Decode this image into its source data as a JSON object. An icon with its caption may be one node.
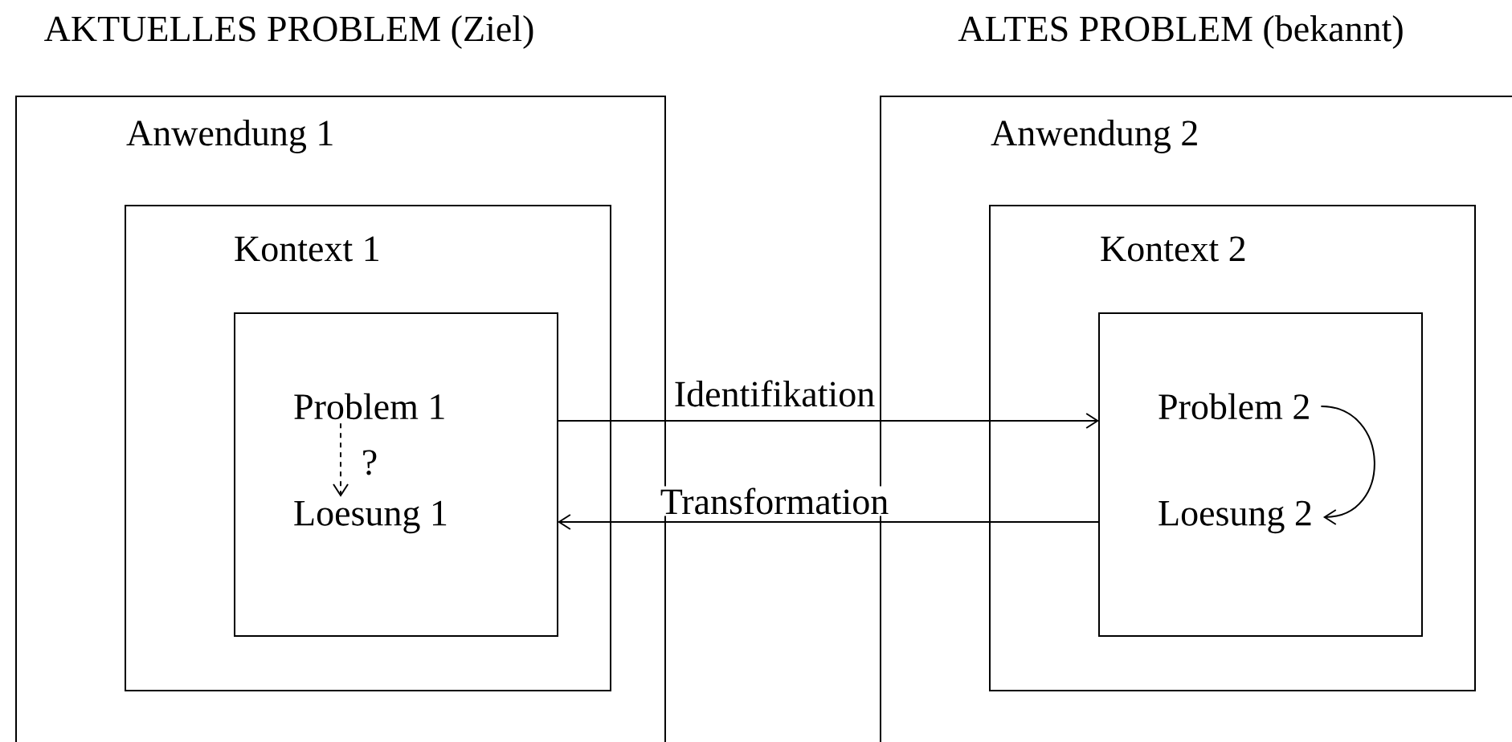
{
  "diagram": {
    "nodes": [
      {
        "text": [
          "Anwendung 1"
        ]
      },
      {
        "text": [
          "Kontext 1"
        ],
        "in": 0
      },
      {
        "text": [],
        "shape": "box",
        "in": 1
      },
      {
        "text": [
          "Problem 1"
        ],
        "in": 2
      },
      {
        "text": [
          "Loesung 1"
        ],
        "in": 2
      },
      {
        "text": [
          "Anwendung 2"
        ]
      },
      {
        "text": [
          "Kontext 2"
        ],
        "in": 5
      },
      {
        "text": [],
        "shape": "box",
        "in": 6
      },
      {
        "text": [
          "Problem 2"
        ],
        "in": 7
      },
      {
        "text": [
          "Loesung 2"
        ],
        "in": 7
      }
    ],
    "edges": [
      {
        "from": 2,
        "to": 7,
        "arrow": "to",
        "label": "Identifikation"
      },
      {
        "from": 7,
        "to": 2,
        "arrow": "to",
        "label": "Transformation"
      },
      {
        "from": 3,
        "to": 4,
        "arrow": "to",
        "label": "?",
        "style": "dashed"
      },
      {
        "from": 8,
        "to": 9,
        "arrow": "to"
      }
    ],
    "labels": [
      "AKTUELLES PROBLEM (Ziel)",
      "ALTES PROBLEM (bekannt)"
    ]
  }
}
